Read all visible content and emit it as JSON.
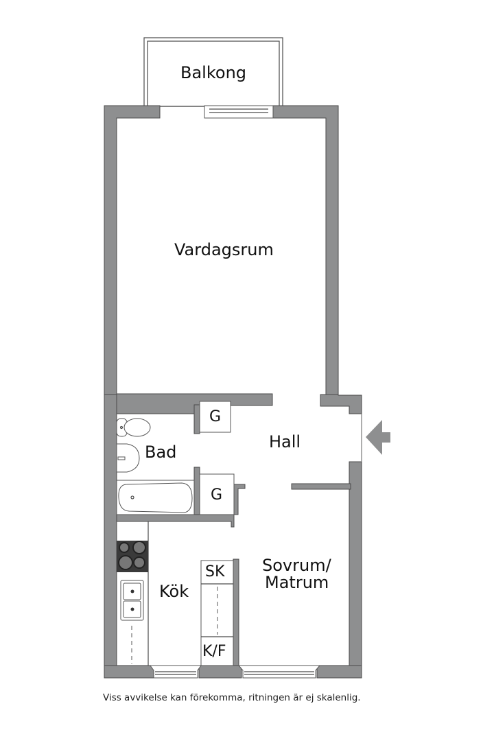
{
  "floorplan": {
    "rooms": {
      "balcony": "Balkong",
      "living_room": "Vardagsrum",
      "hall": "Hall",
      "bathroom": "Bad",
      "kitchen": "Kök",
      "bedroom_line1": "Sovrum/",
      "bedroom_line2": "Matrum"
    },
    "fixtures": {
      "wardrobe_top": "G",
      "wardrobe_bottom": "G",
      "cabinet": "SK",
      "fridge_freezer": "K/F"
    },
    "entrance_arrow": "entrance-arrow",
    "colors": {
      "wall": "#8e8f90",
      "outline": "#4a4a4a",
      "stove": "#3a3a3a"
    }
  },
  "footer": {
    "disclaimer": "Viss avvikelse kan förekomma, ritningen är ej skalenlig."
  }
}
